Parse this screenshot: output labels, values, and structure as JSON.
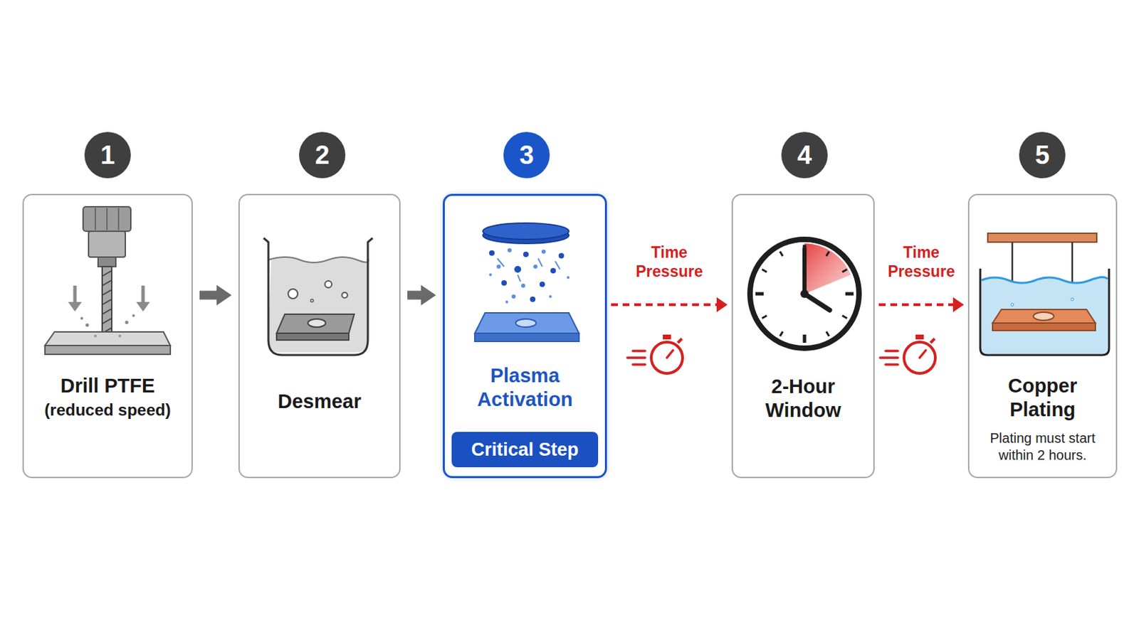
{
  "diagram": {
    "nodes": [
      {
        "text": [
          "1"
        ]
      },
      {
        "text": [
          "Drill PTFE",
          "(reduced speed)"
        ]
      },
      {
        "text": [
          "2"
        ]
      },
      {
        "text": [
          "Desmear"
        ]
      },
      {
        "text": [
          "3"
        ]
      },
      {
        "text": [
          "Plasma Activation"
        ]
      },
      {
        "text": [
          "Critical Step"
        ],
        "in": 5
      },
      {
        "text": [
          "4"
        ]
      },
      {
        "text": [
          "2-Hour Window"
        ]
      },
      {
        "text": [
          "5"
        ]
      },
      {
        "text": [
          "Copper Plating",
          "Plating must start within 2 hours."
        ]
      }
    ],
    "edges": [
      {
        "from": 1,
        "to": 3,
        "arrow": "to"
      },
      {
        "from": 3,
        "to": 5,
        "arrow": "to"
      },
      {
        "from": 5,
        "to": 8,
        "label": "Time Pressure",
        "arrow": "to"
      },
      {
        "from": 8,
        "to": 10,
        "label": "Time Pressure",
        "arrow": "to"
      }
    ]
  }
}
